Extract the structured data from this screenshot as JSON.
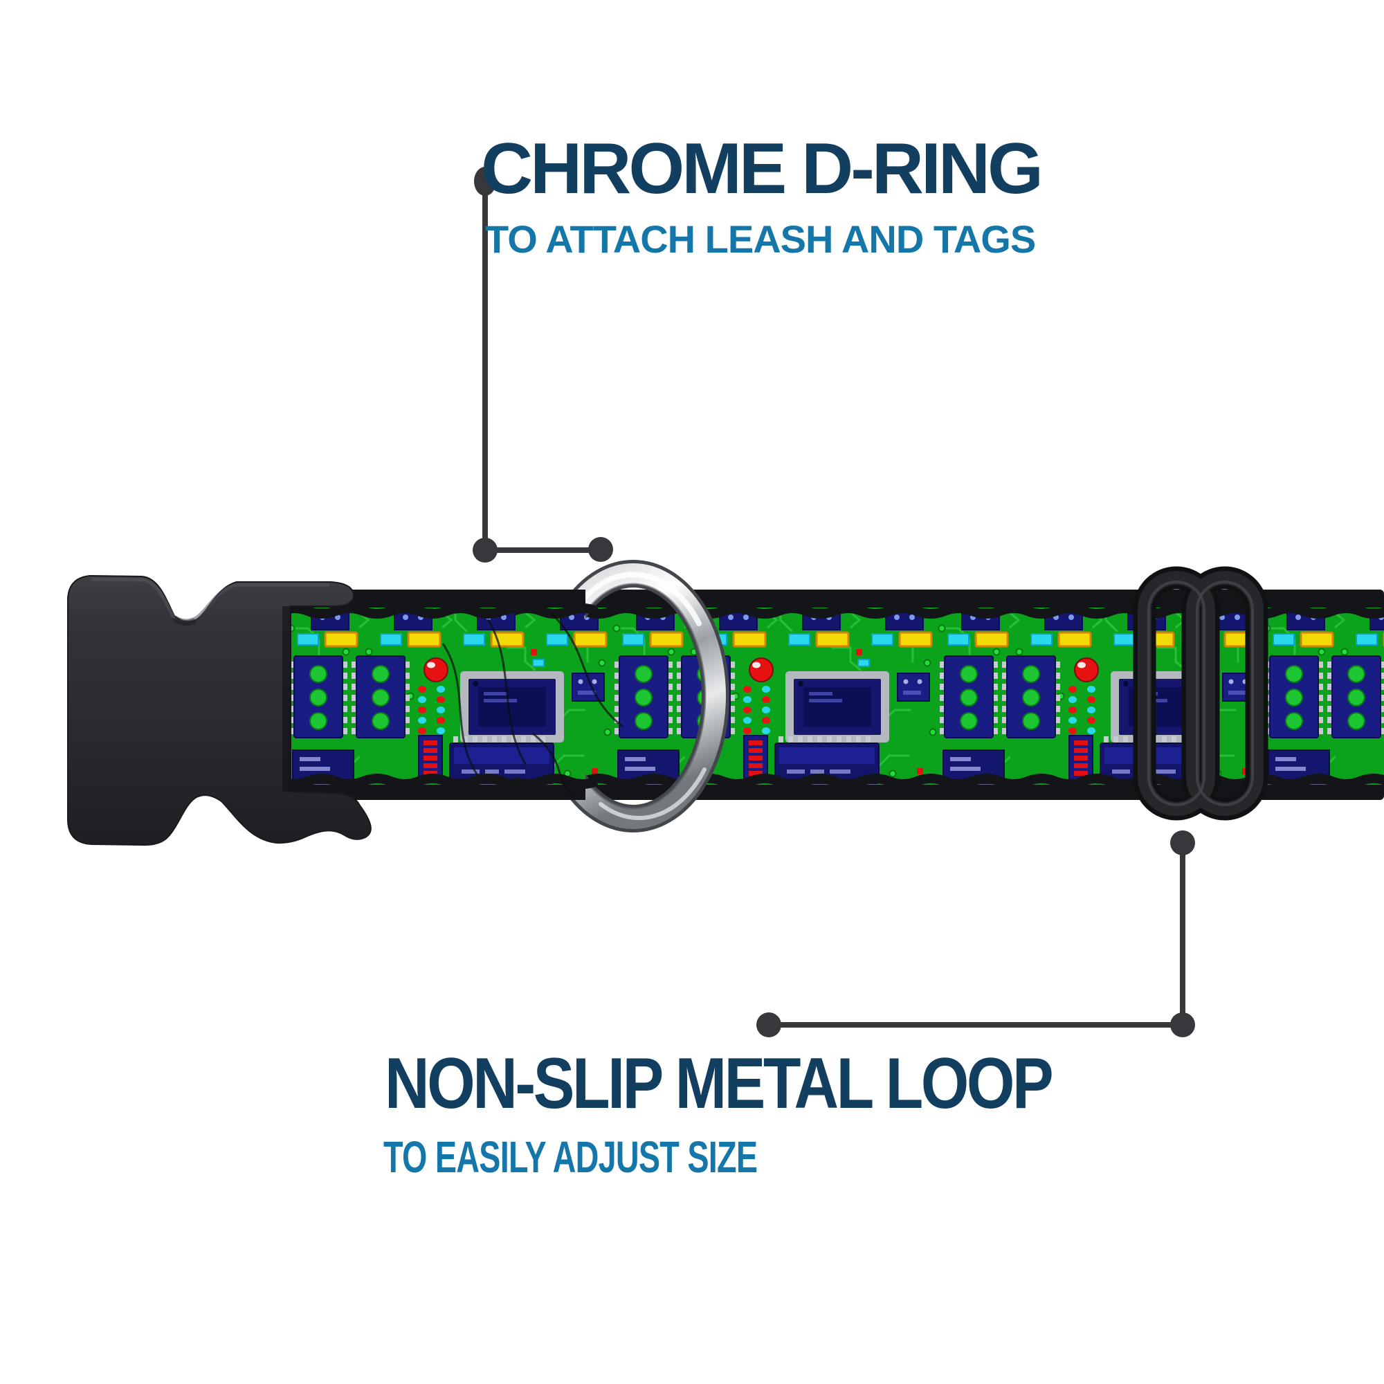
{
  "annotations": {
    "top": {
      "title": "CHROME D-RING",
      "subtitle": "TO ATTACH LEASH AND TAGS"
    },
    "bottom": {
      "title": "NON-SLIP METAL LOOP",
      "subtitle": "TO EASILY ADJUST SIZE"
    }
  },
  "colors": {
    "title_navy": "#123E60",
    "subtitle_blue": "#1577A9",
    "callout": "#37383B",
    "pcb_green": "#0CA31C",
    "trace_green": "#2CC13A",
    "via_green": "#1EE039",
    "chip_navy": "#15176F",
    "chip_navy_dark": "#0D0F55",
    "led_red": "#E61111",
    "cap_yellow": "#F2DB06",
    "cap_cyan": "#2BD9EE",
    "webbing_edge": "#141519",
    "buckle_dark": "#2A2B2F"
  }
}
